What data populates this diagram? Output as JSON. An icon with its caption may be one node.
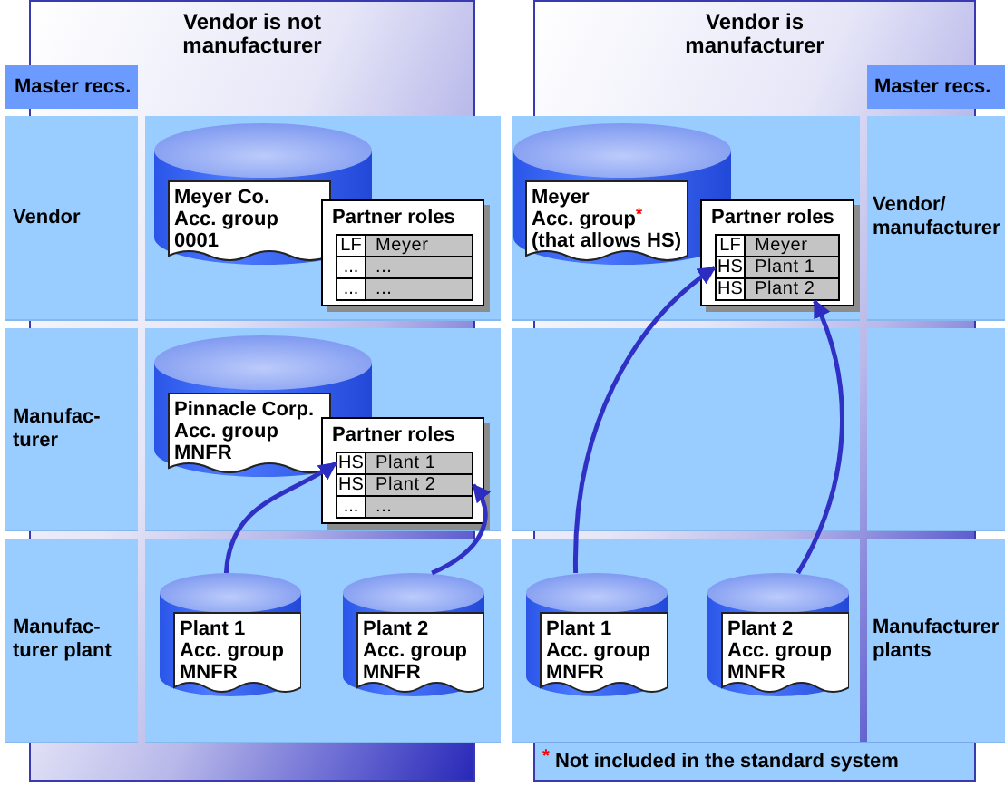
{
  "diagram": {
    "nodes": [
      {
        "text": [
          "Vendor is not manufacturer"
        ]
      },
      {
        "text": [
          "Vendor is manufacturer"
        ]
      },
      {
        "text": [
          "Master recs."
        ]
      },
      {
        "text": [
          "Master recs."
        ]
      },
      {
        "text": [
          "Vendor"
        ]
      },
      {
        "text": [
          "Meyer Co.",
          "Acc. group",
          "0001"
        ]
      },
      {
        "text": [
          "Partner roles"
        ]
      },
      {
        "text": [
          "LF",
          "Meyer"
        ],
        "in": 6
      },
      {
        "text": [
          "...",
          "..."
        ],
        "in": 6
      },
      {
        "text": [
          "...",
          "..."
        ],
        "in": 6
      },
      {
        "text": [
          "Meyer",
          "Acc. group$^{*}$",
          "(that allows HS)"
        ]
      },
      {
        "text": [
          "Partner roles"
        ]
      },
      {
        "text": [
          "LF",
          "Meyer"
        ],
        "in": 11
      },
      {
        "text": [
          "HS",
          "Plant 1"
        ],
        "in": 11
      },
      {
        "text": [
          "HS",
          "Plant 2"
        ],
        "in": 11
      },
      {
        "text": [
          "Vendor/ manufacturer"
        ]
      },
      {
        "text": [
          "Manufac- turer"
        ]
      },
      {
        "text": [
          "Pinnacle Corp.",
          "Acc. group",
          "MNFR"
        ]
      },
      {
        "text": [
          "Partner roles"
        ]
      },
      {
        "text": [
          "HS",
          "Plant 1"
        ],
        "in": 18
      },
      {
        "text": [
          "HS",
          "Plant 2"
        ],
        "in": 18
      },
      {
        "text": [
          "...",
          "..."
        ],
        "in": 18
      },
      {
        "text": [
          "Manufac- turer plant"
        ]
      },
      {
        "text": [
          "Plant 1",
          "Acc. group",
          "MNFR"
        ]
      },
      {
        "text": [
          "Plant 2",
          "Acc. group",
          "MNFR"
        ]
      },
      {
        "text": [
          "Plant 1",
          "Acc. group",
          "MNFR"
        ]
      },
      {
        "text": [
          "Plant 2",
          "Acc. group",
          "MNFR"
        ]
      },
      {
        "text": [
          "Manufacturer plants"
        ]
      },
      {
        "text": [
          "$^{*}$ Not included in the standard system"
        ]
      }
    ],
    "edges": [
      {
        "from": 23,
        "to": 19,
        "arrow": "to"
      },
      {
        "from": 24,
        "to": 20,
        "arrow": "to"
      },
      {
        "from": 25,
        "to": 13,
        "arrow": "to"
      },
      {
        "from": 26,
        "to": 14,
        "arrow": "to"
      }
    ]
  }
}
